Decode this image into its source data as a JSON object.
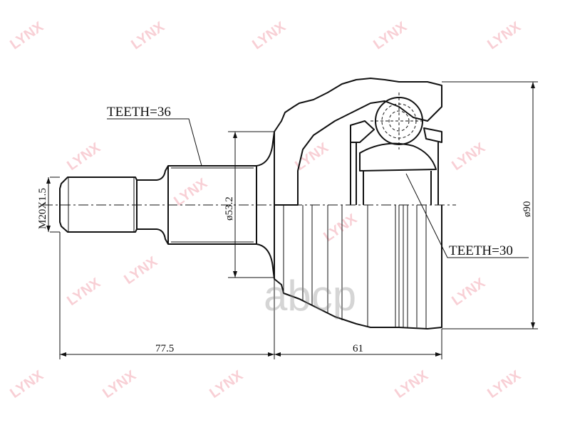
{
  "drawing": {
    "spline_shaft_teeth": "TEETH=36",
    "inner_race_teeth": "TEETH=30",
    "thread_label": "M20X1.5",
    "shaft_diameter": "ø53.2",
    "outer_diameter": "ø90",
    "shaft_length": "77.5",
    "body_length": "61"
  },
  "watermarks": {
    "brand": "LYNX",
    "site_logo": "abcp"
  },
  "colors": {
    "line": "#111111",
    "watermark": "#f4a9b3"
  }
}
